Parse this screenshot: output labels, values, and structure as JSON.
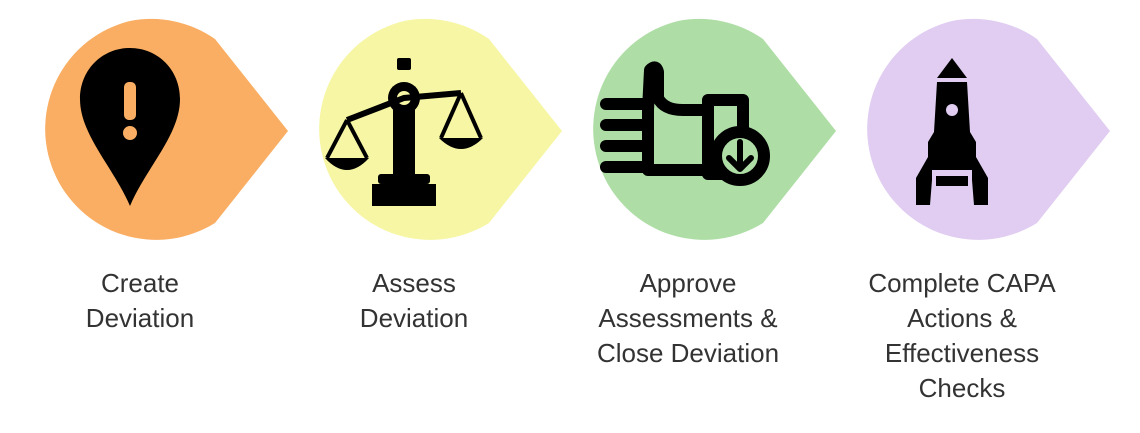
{
  "steps": [
    {
      "id": "create",
      "icon": "map-pin-exclamation-icon",
      "color": "#F9AE63",
      "label_lines": [
        "Create",
        "Deviation"
      ]
    },
    {
      "id": "assess",
      "icon": "balance-scale-icon",
      "color": "#F6F6A4",
      "label_lines": [
        "Assess",
        "Deviation"
      ]
    },
    {
      "id": "approve",
      "icon": "thumbs-up-download-icon",
      "color": "#AEDEA6",
      "label_lines": [
        "Approve",
        "Assessments &",
        "Close Deviation"
      ]
    },
    {
      "id": "complete",
      "icon": "rocket-icon",
      "color": "#E0CDF1",
      "label_lines": [
        "Complete CAPA",
        "Actions &",
        "Effectiveness",
        "Checks"
      ]
    }
  ]
}
